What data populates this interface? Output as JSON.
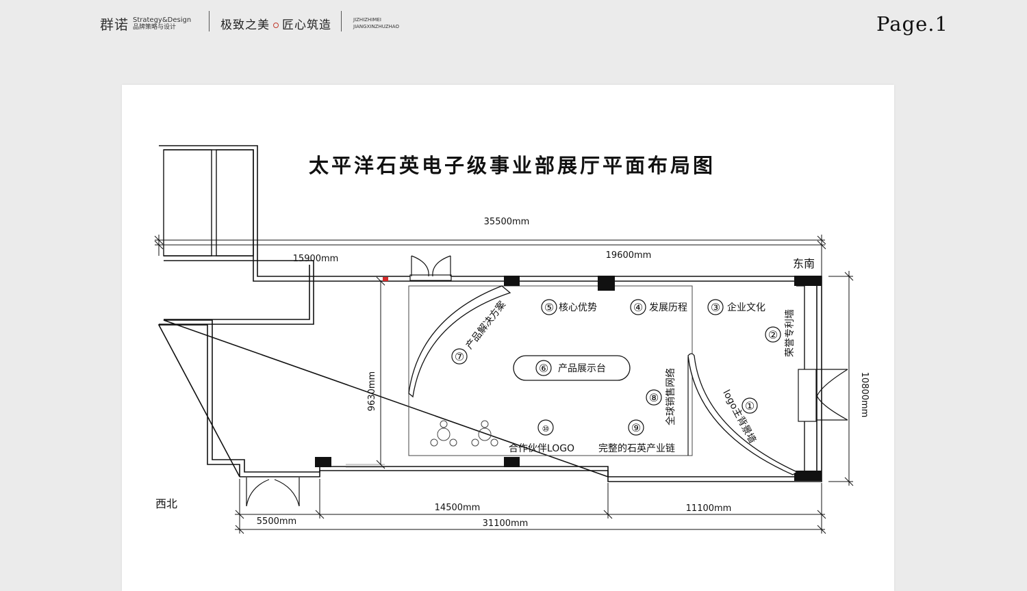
{
  "header": {
    "brand_cn": "群诺",
    "brand_en": "Strategy&Design",
    "brand_cn_sub": "品牌策略与设计",
    "slogan_left": "极致之美",
    "slogan_right": "匠心筑造",
    "pinyin_line1": "JIZHIZHIMEI",
    "pinyin_line2": "JIANGXINZHUZHAO",
    "page_label": "Page.1",
    "accent_color": "#c0392b"
  },
  "plan": {
    "title": "太平洋石英电子级事业部展厅平面布局图",
    "dimensions": {
      "top_total": "35500mm",
      "top_left": "15900mm",
      "top_right": "19600mm",
      "right_height": "10800mm",
      "inner_height": "9630mm",
      "bottom_mid": "14500mm",
      "bottom_right": "11100mm",
      "bottom_left": "5500mm",
      "bottom_total": "31100mm"
    },
    "directions": {
      "southeast": "东南",
      "northwest": "西北"
    },
    "zones": [
      {
        "num": "①",
        "label": "logo主背景墙"
      },
      {
        "num": "②",
        "label": "荣誉专利墙"
      },
      {
        "num": "③",
        "label": "企业文化"
      },
      {
        "num": "④",
        "label": "发展历程"
      },
      {
        "num": "⑤",
        "label": "核心优势"
      },
      {
        "num": "⑥",
        "label": "产品展示台"
      },
      {
        "num": "⑦",
        "label": "产品解决方案"
      },
      {
        "num": "⑧",
        "label": "全球销售网络"
      },
      {
        "num": "⑨",
        "label": "完整的石英产业链"
      },
      {
        "num": "⑩",
        "label": "合作伙伴LOGO"
      }
    ]
  }
}
